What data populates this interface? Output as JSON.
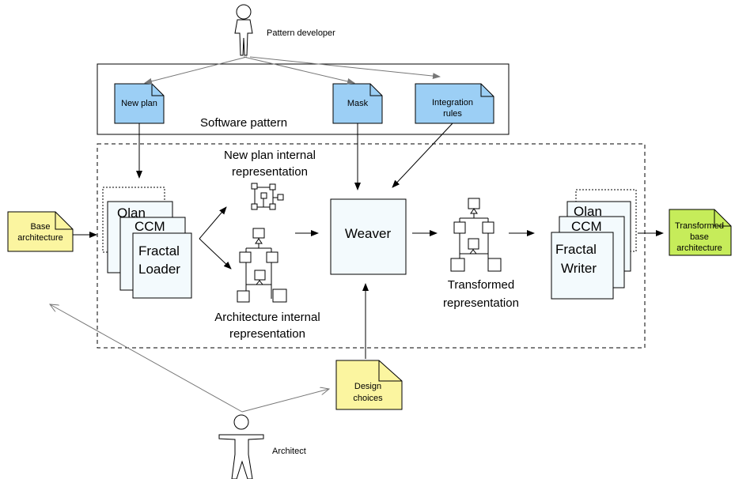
{
  "actors": {
    "pattern_developer": "Pattern developer",
    "architect": "Architect"
  },
  "software_pattern": {
    "title": "Software pattern",
    "notes": {
      "new_plan": "New plan",
      "mask": "Mask",
      "integration_rules": [
        "Integration",
        "rules"
      ]
    }
  },
  "inputs": {
    "base_architecture": [
      "Base",
      "architecture"
    ],
    "design_choices": [
      "Design",
      "choices"
    ]
  },
  "output": {
    "transformed_base_architecture": [
      "Transformed",
      "base",
      "architecture"
    ]
  },
  "loader": {
    "stack": [
      "Olan",
      "CCM",
      "Fractal",
      "Loader"
    ]
  },
  "writer": {
    "stack": [
      "Olan",
      "CCM",
      "Fractal",
      "Writer"
    ]
  },
  "representations": {
    "new_plan_internal": [
      "New plan internal",
      "representation"
    ],
    "architecture_internal": [
      "Architecture internal",
      "representation"
    ],
    "transformed": [
      "Transformed",
      "representation"
    ]
  },
  "weaver": "Weaver",
  "colors": {
    "pattern_note": "#9ccff5",
    "input_note": "#fbf5a0",
    "output_note": "#c6ec5a",
    "weaver_fill": "#f3fafd",
    "stack_fill": "#f3fafd"
  }
}
